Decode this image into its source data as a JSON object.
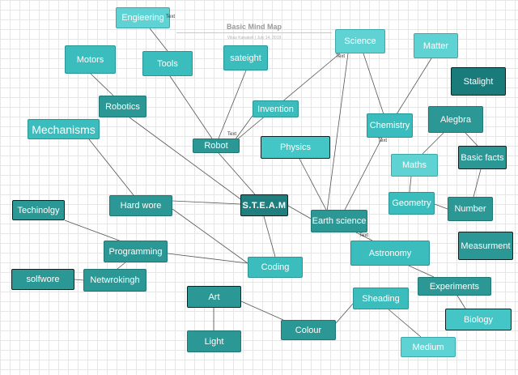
{
  "header": {
    "title": "Basic Mind Map",
    "subtitle": "Vikas Kanakeli  |  July 14, 2019"
  },
  "colors": {
    "light": "#5fd3d3",
    "mid": "#3bbdbd",
    "dark": "#2b9896",
    "outline": "#0d1f20",
    "edge": "#555555"
  },
  "nodes": {
    "engineering": "Engieering",
    "tools": "Tools",
    "motors": "Motors",
    "sateight": "sateight",
    "robotics": "Robotics",
    "invention": "Invention",
    "mechanisms": "Mechanisms",
    "robot": "Robot",
    "physics": "Physics",
    "science": "Science",
    "matter": "Matter",
    "chemistry": "Chemistry",
    "stalight": "Stalight",
    "alegbra": "Alegbra",
    "basic_facts": "Basic facts",
    "maths": "Maths",
    "geometry": "Geometry",
    "number": "Number",
    "steam": "S.T.E.A.M",
    "hardware": "Hard wore",
    "technology": "Techinolgy",
    "earth_science": "Earth science",
    "programming": "Programming",
    "astronomy": "Astronomy",
    "measurement": "Measurment",
    "coding": "Coding",
    "software": "solfwore",
    "networking": "Netwrokingh",
    "experiments": "Experiments",
    "art": "Art",
    "sheading": "Sheading",
    "biology": "Biology",
    "colour": "Colour",
    "light": "Light",
    "medium": "Medium"
  },
  "labels": {
    "text": "Text"
  }
}
